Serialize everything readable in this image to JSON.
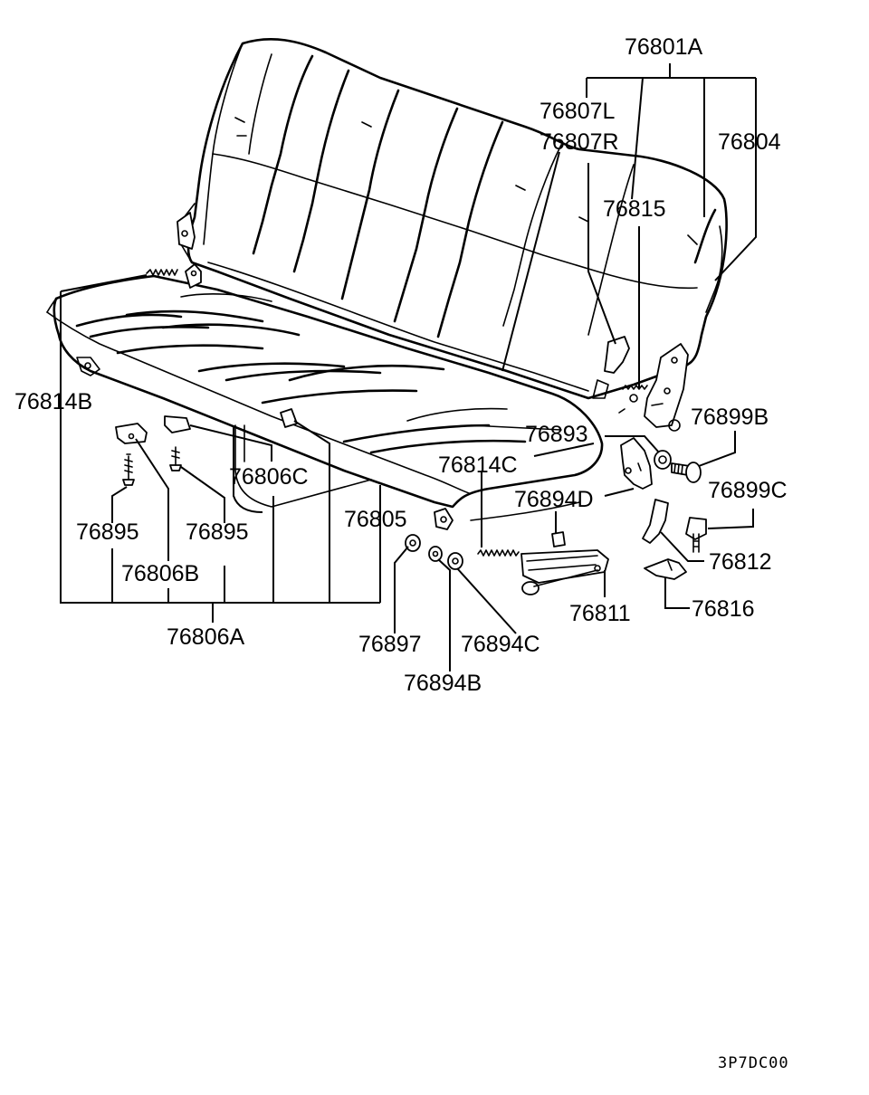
{
  "labels": {
    "p76801A": "76801A",
    "p76807L": "76807L",
    "p76807R": "76807R",
    "p76804": "76804",
    "p76815": "76815",
    "p76899B": "76899B",
    "p76893": "76893",
    "p76814C": "76814C",
    "p76899C": "76899C",
    "p76894D": "76894D",
    "p76814B": "76814B",
    "p76806C": "76806C",
    "p76805": "76805",
    "p76812": "76812",
    "p76895a": "76895",
    "p76895b": "76895",
    "p76806B": "76806B",
    "p76816": "76816",
    "p76811": "76811",
    "p76806A": "76806A",
    "p76897": "76897",
    "p76894C": "76894C",
    "p76894B": "76894B"
  },
  "diagram_code": "3P7DC00"
}
